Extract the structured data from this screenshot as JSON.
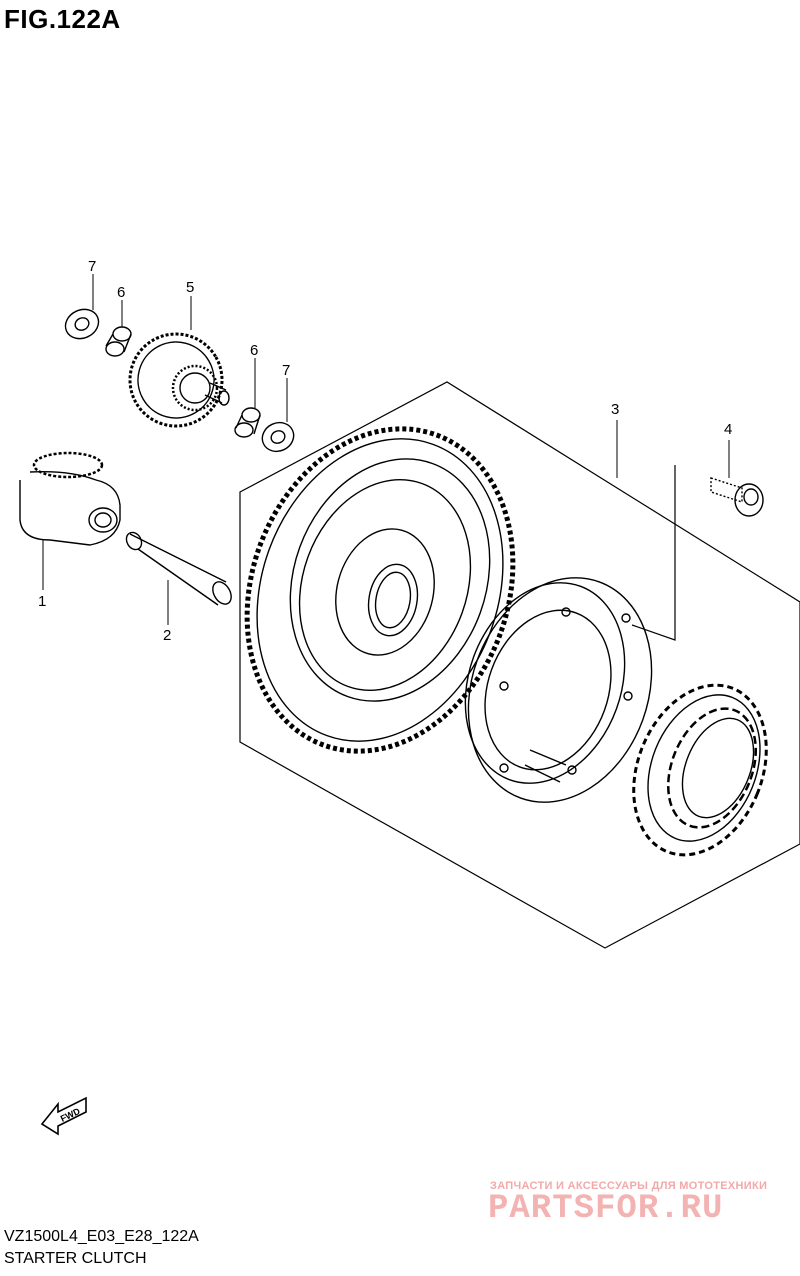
{
  "figure": {
    "title": "FIG.122A"
  },
  "callouts": {
    "c1": "1",
    "c2": "2",
    "c3": "3",
    "c4": "4",
    "c5": "5",
    "c6a": "6",
    "c6b": "6",
    "c7a": "7",
    "c7b": "7"
  },
  "fwd": {
    "label": "FWD"
  },
  "watermark": {
    "tagline": "ЗАПЧАСТИ И АКСЕССУАРЫ ДЛЯ МОТОТЕХНИКИ",
    "logo": "PARTSFOR.RU"
  },
  "footer": {
    "code": "VZ1500L4_E03_E28_122A",
    "name": "STARTER CLUTCH"
  }
}
